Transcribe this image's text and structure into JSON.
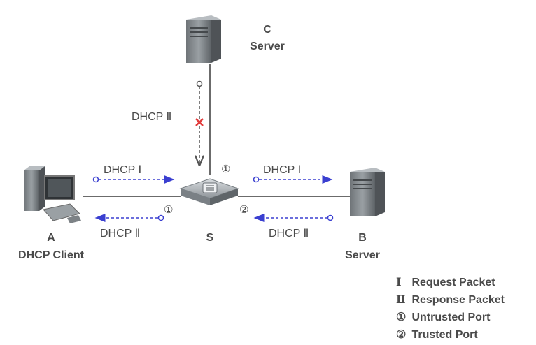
{
  "nodes": {
    "c": {
      "letter": "C",
      "role": "Server"
    },
    "a": {
      "letter": "A",
      "role": "DHCP Client"
    },
    "s": {
      "letter": "S"
    },
    "b": {
      "letter": "B",
      "role": "Server"
    }
  },
  "packets": {
    "c_to_s": "DHCP Ⅱ",
    "a_to_s": "DHCP Ⅰ",
    "s_to_a": "DHCP Ⅱ",
    "s_to_b": "DHCP Ⅰ",
    "b_to_s": "DHCP Ⅱ"
  },
  "ports": {
    "top": "①",
    "left": "①",
    "right": "②"
  },
  "legend": [
    {
      "symbol": "Ⅰ",
      "text": "Request Packet"
    },
    {
      "symbol": "Ⅱ",
      "text": "Response Packet"
    },
    {
      "symbol": "①",
      "text": "Untrusted Port"
    },
    {
      "symbol": "②",
      "text": "Trusted Port"
    }
  ],
  "colors": {
    "link": "#6b6b6b",
    "arrow_blue": "#3a3fd0",
    "arrow_dark": "#555555",
    "blocked": "#e23c3c",
    "text": "#4a4a4a"
  }
}
